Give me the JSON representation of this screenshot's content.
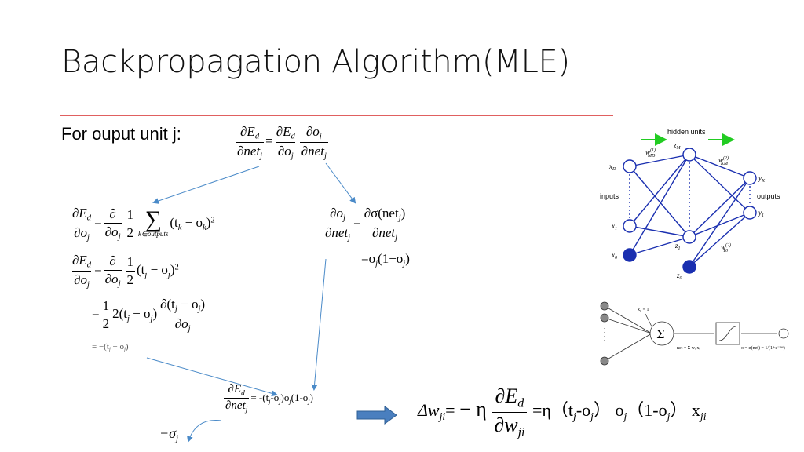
{
  "slide": {
    "title": "Backpropagation Algorithm(MLE)",
    "output_unit_label": "For ouput unit j:",
    "sigma_label": "−σ",
    "sigma_sub": "j"
  },
  "equations": {
    "e1": {
      "lhs_num": "∂E",
      "lhs_num_sub": "d",
      "lhs_den": "∂net",
      "lhs_den_sub": "j",
      "r1_num": "∂E",
      "r1_num_sub": "d",
      "r1_den": "∂o",
      "r1_den_sub": "j",
      "r2_num": "∂o",
      "r2_num_sub": "j",
      "r2_den": "∂net",
      "r2_den_sub": "j"
    },
    "e2": {
      "sum_limit": "k∈outputs",
      "term": "(t",
      "term_sub_k": "k",
      "minus": " − o",
      "close": ")",
      "sq": "2"
    },
    "e3": {
      "term": "(t",
      "sub_j": "j",
      "minus": " − o",
      "close": ")",
      "sq": "2"
    },
    "e4": {
      "half": "1",
      "two": "2",
      "mid": "2(t",
      "minus": " − o",
      "close": ")",
      "num": "∂(t",
      "num_tail": ")"
    },
    "e5": {
      "text": "= −(t",
      "sub_j": "j",
      "minus": " − o",
      "close": ")"
    },
    "e6": {
      "num": "∂o",
      "den": "∂net",
      "rnum": "∂σ(net",
      "rclose": ")",
      "rden": "∂net"
    },
    "e7": {
      "text": "=o",
      "sub_j": "j",
      "tail": "(1−o",
      "close": ")"
    },
    "e8": {
      "rhs": "= -(t",
      "sub_j": "j",
      "mid": "-o",
      "close": ")o",
      "tail": "(1-o",
      "end": ")"
    },
    "delta": {
      "lhs": "Δw",
      "lhs_sub": "ji",
      "eq": "=",
      "neg": "− η",
      "num": "∂E",
      "num_sub": "d",
      "den": "∂w",
      "den_sub": "ji",
      "rhs": "=η（t",
      "rhs_a": "-o",
      "rhs_b": "） o",
      "rhs_c": "（1-o",
      "rhs_d": "） x",
      "rhs_sub": "ji"
    }
  },
  "network": {
    "hidden_units": "hidden units",
    "inputs": "inputs",
    "outputs": "outputs",
    "zM": "z",
    "zM_sub": "M",
    "z1": "z",
    "z1_sub": "1",
    "z0": "z",
    "z0_sub": "0",
    "xD": "x",
    "xD_sub": "D",
    "x1": "x",
    "x1_sub": "1",
    "x0": "x",
    "x0_sub": "0",
    "yK": "y",
    "yK_sub": "K",
    "y1": "y",
    "y1_sub": "1",
    "wMD": "w",
    "wMD_sup": "(1)",
    "wMD_sub": "MD",
    "wKM": "w",
    "wKM_sup": "(2)",
    "wKM_sub": "KM",
    "w10": "w",
    "w10_sup": "(2)",
    "w10_sub": "10"
  },
  "perceptron": {
    "sigma": "Σ",
    "x0": "x₀ = 1",
    "net": "net = Σ wᵢ xᵢ",
    "out": "o = σ(net) = 1/(1+e⁻ⁿᵉᵗ)"
  },
  "colors": {
    "arrow": "#4a8ac8",
    "rule": "#e06060",
    "net_line": "#1a2fb0",
    "green": "#22cc22"
  }
}
